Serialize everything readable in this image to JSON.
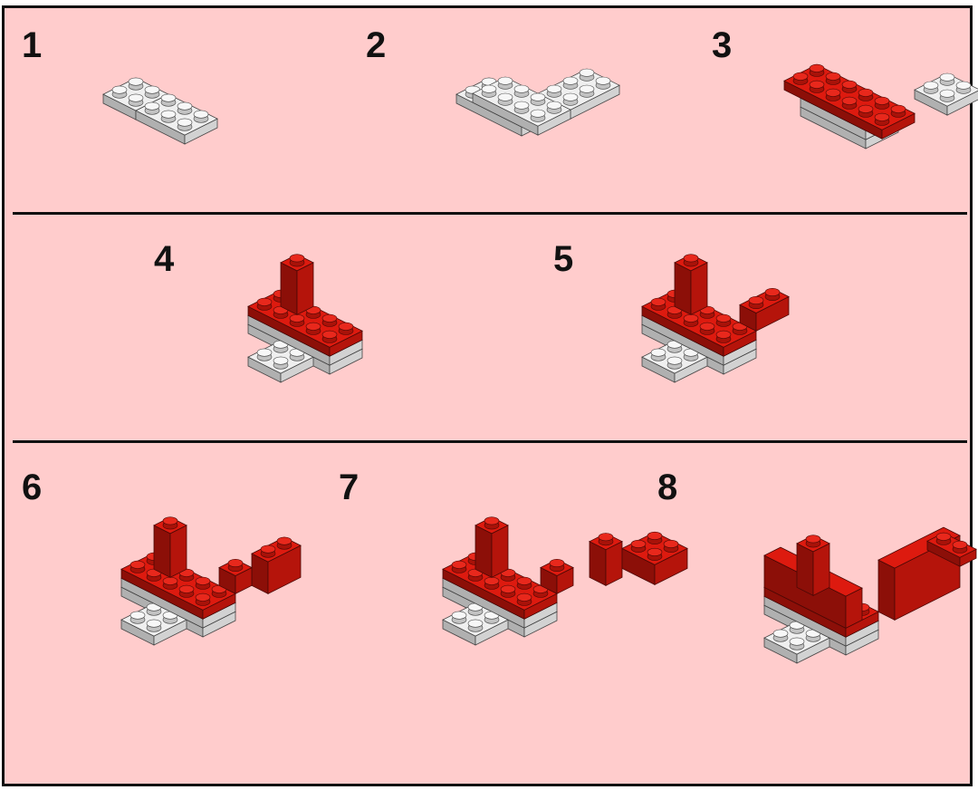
{
  "colors": {
    "background": "#ffcccc",
    "border": "#111111",
    "brick_red": "#dd1a0f",
    "brick_white": "#efefef"
  },
  "steps": [
    {
      "number": "1"
    },
    {
      "number": "2"
    },
    {
      "number": "3"
    },
    {
      "number": "4"
    },
    {
      "number": "5"
    },
    {
      "number": "6"
    },
    {
      "number": "7"
    },
    {
      "number": "8"
    }
  ]
}
